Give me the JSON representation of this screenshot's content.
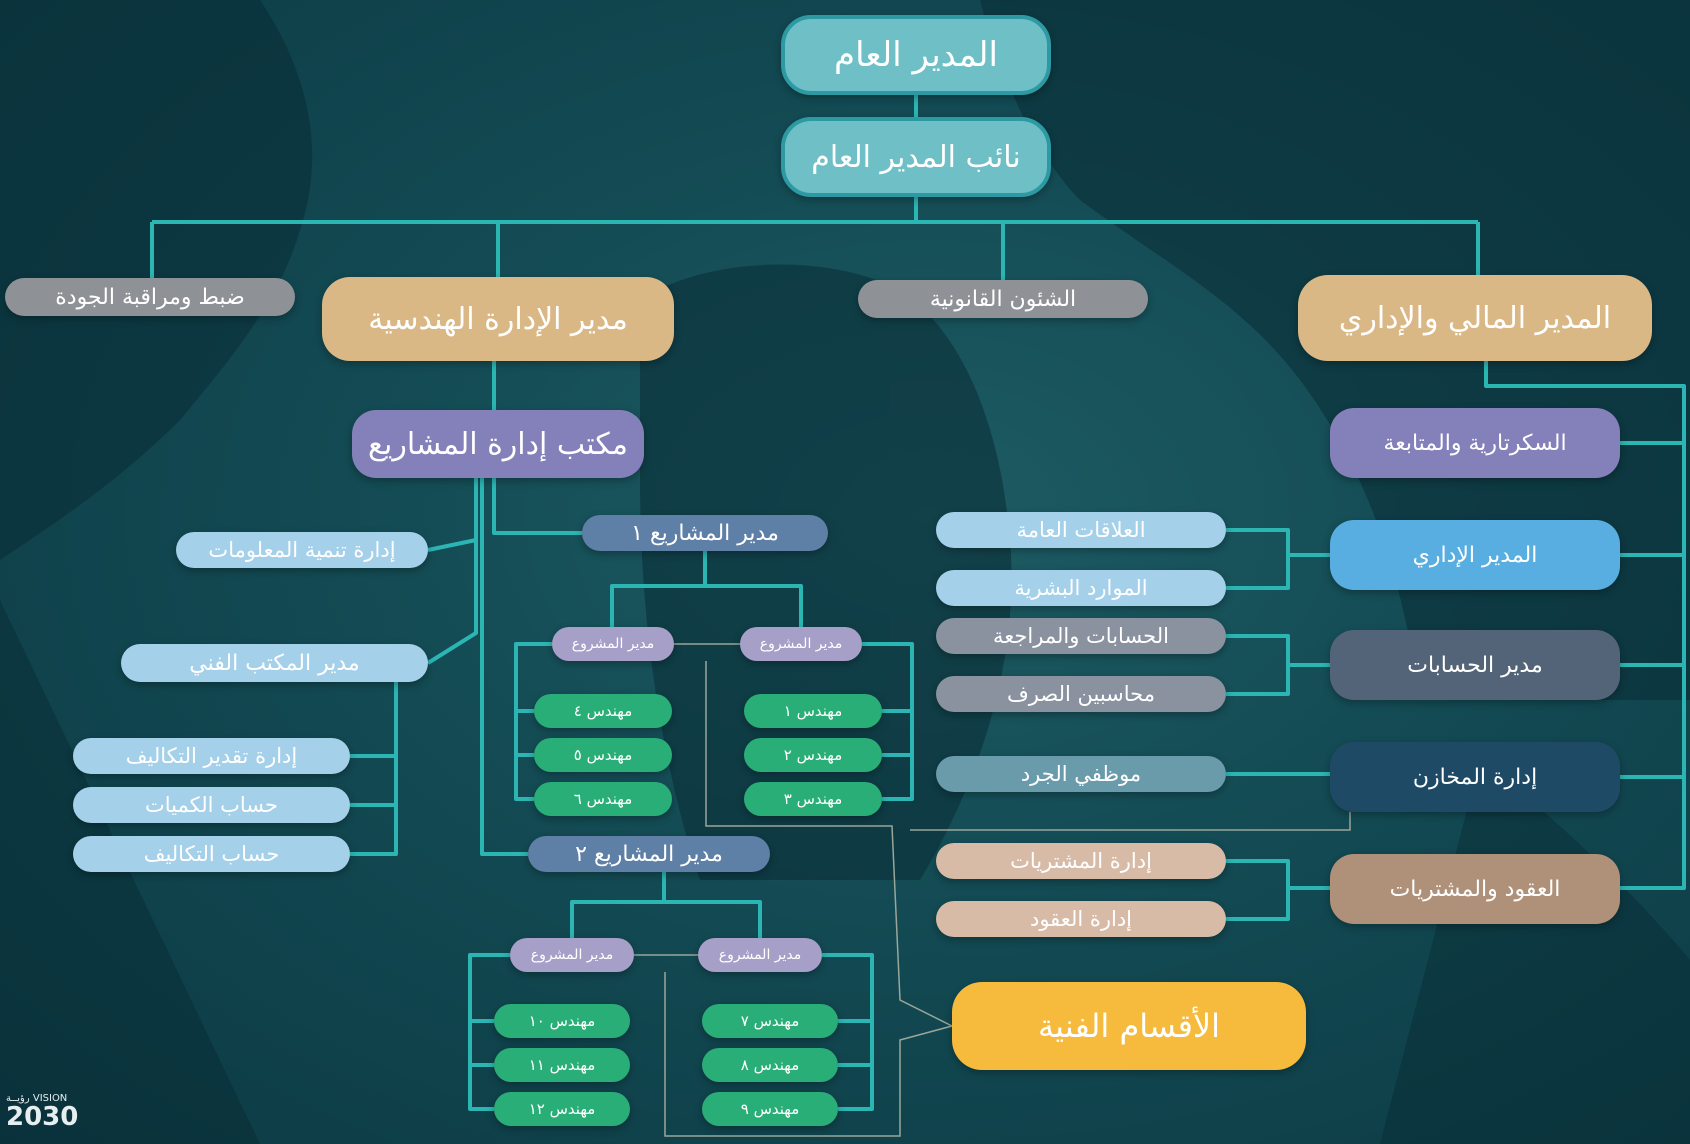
{
  "nodes": {
    "gm": "المدير العام",
    "deputy": "نائب المدير العام",
    "quality": "ضبط ومراقبة الجودة",
    "engineering_manager": "مدير الإدارة الهندسية",
    "legal": "الشئون القانونية",
    "finance_admin_manager": "المدير المالي والإداري",
    "pmo": "مكتب إدارة المشاريع",
    "info_dev": "إدارة تنمية المعلومات",
    "tech_office_manager": "مدير المكتب الفني",
    "cost_estimation": "إدارة تقدير التكاليف",
    "quantity_calc": "حساب الكميات",
    "cost_calc": "حساب التكاليف",
    "pm1": "مدير المشاريع ١",
    "pm2": "مدير المشاريع ٢",
    "proj_a": "مدير المشروع",
    "proj_b": "مدير المشروع",
    "proj_c": "مدير المشروع",
    "proj_d": "مدير المشروع",
    "eng1": "مهندس ١",
    "eng2": "مهندس ٢",
    "eng3": "مهندس ٣",
    "eng4": "مهندس ٤",
    "eng5": "مهندس ٥",
    "eng6": "مهندس ٦",
    "eng7": "مهندس ٧",
    "eng8": "مهندس ٨",
    "eng9": "مهندس ٩",
    "eng10": "مهندس ١٠",
    "eng11": "مهندس ١١",
    "eng12": "مهندس ١٢",
    "secretary": "السكرتارية والمتابعة",
    "admin_manager": "المدير الإداري",
    "public_relations": "العلاقات العامة",
    "hr": "الموارد البشرية",
    "accounts_manager": "مدير الحسابات",
    "accounts_audit": "الحسابات والمراجعة",
    "disbursement": "محاسبين الصرف",
    "warehouse_mgmt": "إدارة المخازن",
    "inventory_staff": "موظفي الجرد",
    "contracts_purchasing": "العقود والمشتريات",
    "purchasing_mgmt": "إدارة المشتريات",
    "contracts_mgmt": "إدارة العقود",
    "tech_departments": "الأقسام الفنية"
  },
  "logo": {
    "line1": "رؤيــة VISION",
    "line2": "2030"
  },
  "colors": {
    "connector": "#2bb5b3",
    "connector_thin": "#9aa69a",
    "teal_box": "#6fbfc6",
    "tan_box": "#d9b886",
    "yellow_box": "#f6bb3c"
  }
}
